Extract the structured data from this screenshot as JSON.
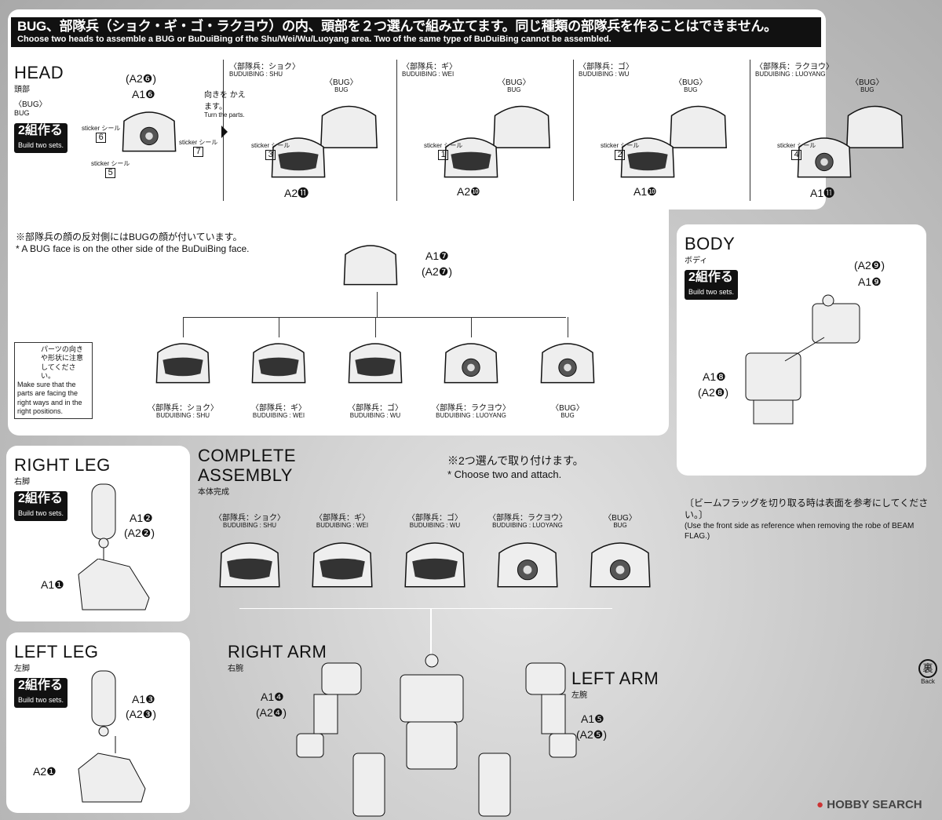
{
  "banner": {
    "jp": "BUG、部隊兵（ショク・ギ・ゴ・ラクヨウ）の内、頭部を２つ選んで組み立てます。同じ種類の部隊兵を作ることはできません。",
    "en": "Choose two heads to assemble a BUG or BuDuiBing of the Shu/Wei/Wu/Luoyang area. Two of the same type of BuDuiBing cannot be assembled."
  },
  "head": {
    "title": "HEAD",
    "jp": "頭部",
    "bug_jp": "〈BUG〉",
    "bug_en": "BUG",
    "build_jp": "2組作る",
    "build_en": "Build two sets.",
    "parts": [
      "(A2❻)",
      "A1❻"
    ],
    "stickers": [
      {
        "label": "sticker シール",
        "num": "6"
      },
      {
        "label": "sticker シール",
        "num": "7"
      },
      {
        "label": "sticker シール",
        "num": "5"
      }
    ]
  },
  "turn": {
    "jp": "向きを かえます。",
    "en": "Turn the parts."
  },
  "variants": [
    {
      "jp": "〈部隊兵：ショク〉",
      "en": "BUDUIBING : SHU",
      "bug": "〈BUG〉",
      "bug_en": "BUG",
      "sticker": "3",
      "part": "A2⓫"
    },
    {
      "jp": "〈部隊兵：ギ〉",
      "en": "BUDUIBING : WEI",
      "bug": "〈BUG〉",
      "bug_en": "BUG",
      "sticker": "1",
      "part": "A2❿"
    },
    {
      "jp": "〈部隊兵：ゴ〉",
      "en": "BUDUIBING : WU",
      "bug": "〈BUG〉",
      "bug_en": "BUG",
      "sticker": "2",
      "part": "A1❿"
    },
    {
      "jp": "〈部隊兵：ラクヨウ〉",
      "en": "BUDUIBING : LUOYANG",
      "bug": "〈BUG〉",
      "bug_en": "BUG",
      "sticker": "4",
      "part": "A1⓫"
    }
  ],
  "sticker_label": "sticker シール",
  "note": {
    "jp": "※部隊兵の顔の反対側にはBUGの顔が付いています。",
    "en": "* A BUG face is on the other side of the BuDuiBing face.",
    "parts": [
      "A1❼",
      "(A2❼)"
    ]
  },
  "faces": [
    {
      "jp": "〈部隊兵：ショク〉",
      "en": "BUDUIBING : SHU"
    },
    {
      "jp": "〈部隊兵：ギ〉",
      "en": "BUDUIBING : WEI"
    },
    {
      "jp": "〈部隊兵：ゴ〉",
      "en": "BUDUIBING : WU"
    },
    {
      "jp": "〈部隊兵：ラクヨウ〉",
      "en": "BUDUIBING : LUOYANG"
    },
    {
      "jp": "〈BUG〉",
      "en": "BUG"
    }
  ],
  "caution": {
    "jp": "パーツの向きや形状に注意してください。",
    "en": "Make sure that the parts are facing the right ways and in the right positions."
  },
  "body": {
    "title": "BODY",
    "jp": "ボディ",
    "build_jp": "2組作る",
    "build_en": "Build two sets.",
    "parts_top": [
      "(A2❾)",
      "A1❾"
    ],
    "parts_bottom": [
      "A1❽",
      "(A2❽)"
    ]
  },
  "beam_flag": {
    "jp": "〔ビームフラッグを切り取る時は表面を参考にしてください。〕",
    "en": "(Use the front side as reference when removing the robe of BEAM FLAG.)"
  },
  "right_leg": {
    "title": "RIGHT LEG",
    "jp": "右脚",
    "build_jp": "2組作る",
    "build_en": "Build two sets.",
    "parts": [
      "A1❷",
      "(A2❷)"
    ],
    "base": "A1❶"
  },
  "left_leg": {
    "title": "LEFT LEG",
    "jp": "左脚",
    "build_jp": "2組作る",
    "build_en": "Build two sets.",
    "parts": [
      "A1❸",
      "(A2❸)"
    ],
    "base": "A2❶"
  },
  "complete": {
    "title1": "COMPLETE",
    "title2": "ASSEMBLY",
    "jp": "本体完成",
    "choose_jp": "※2つ選んで取り付けます。",
    "choose_en": "* Choose two and attach."
  },
  "right_arm": {
    "title": "RIGHT ARM",
    "jp": "右腕",
    "parts": [
      "A1❹",
      "(A2❹)"
    ]
  },
  "left_arm": {
    "title": "LEFT ARM",
    "jp": "左腕",
    "parts": [
      "A1❺",
      "(A2❺)"
    ]
  },
  "back": {
    "jp": "裏",
    "en": "Back"
  },
  "watermark": "HOBBY SEARCH"
}
